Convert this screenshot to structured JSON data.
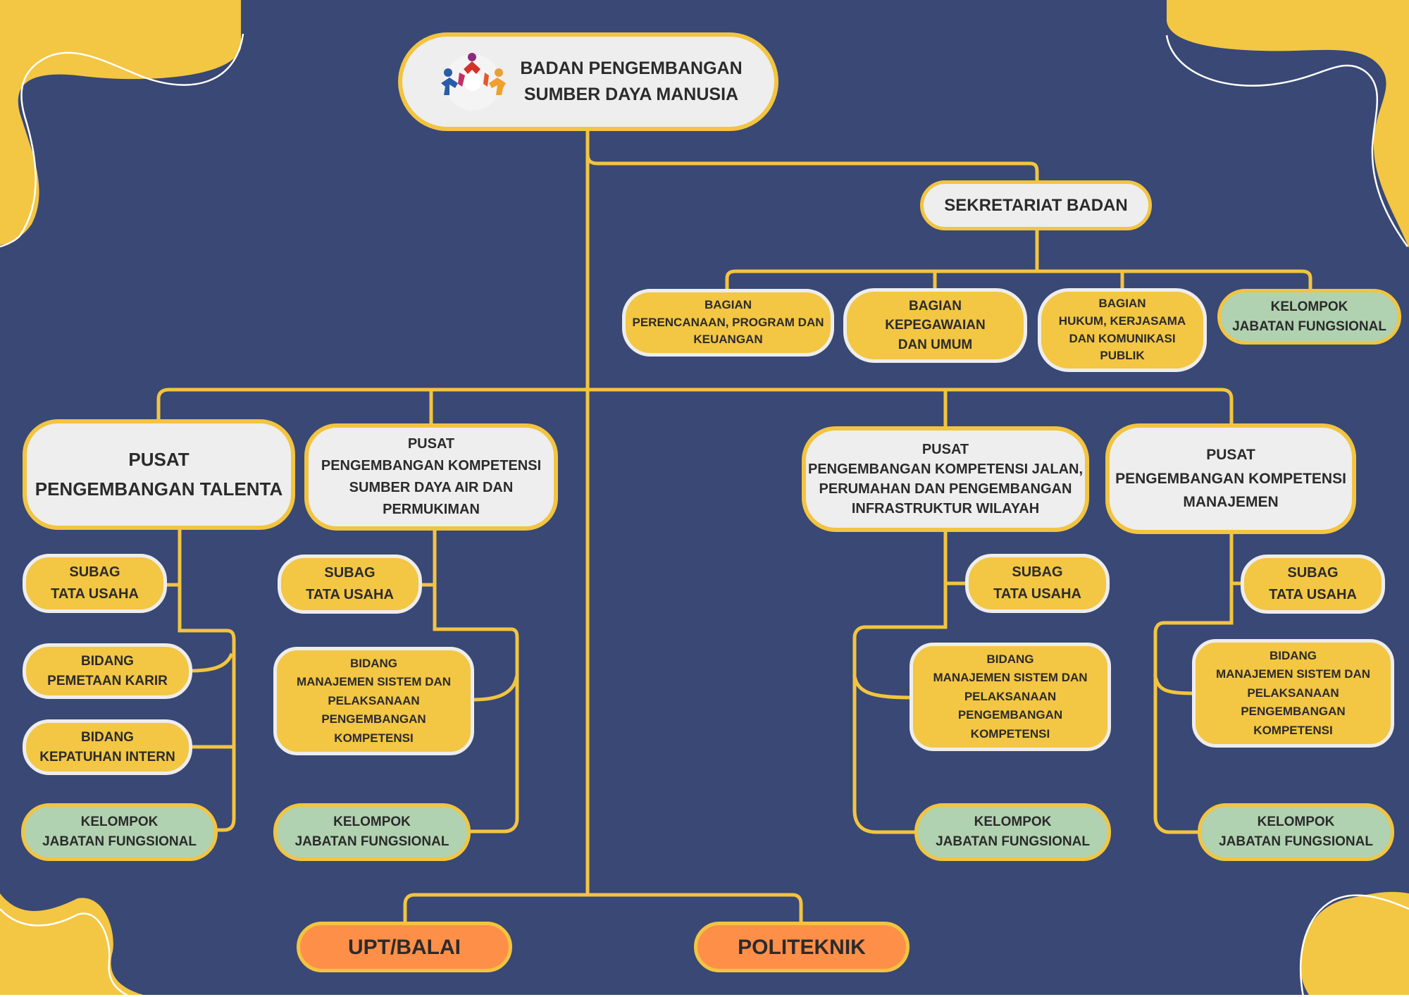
{
  "diagram": {
    "root": {
      "lines": [
        "BADAN PENGEMBANGAN",
        "SUMBER DAYA MANUSIA"
      ],
      "logo": "people-circle-logo"
    },
    "sekretariat": {
      "title": "SEKRETARIAT BADAN",
      "units": [
        {
          "lines": [
            "BAGIAN",
            "PERENCANAAN, PROGRAM DAN",
            "KEUANGAN"
          ]
        },
        {
          "lines": [
            "BAGIAN",
            "KEPEGAWAIAN",
            "DAN UMUM"
          ]
        },
        {
          "lines": [
            "BAGIAN",
            "HUKUM, KERJASAMA",
            "DAN KOMUNIKASI",
            "PUBLIK"
          ]
        },
        {
          "lines": [
            "KELOMPOK",
            "JABATAN FUNGSIONAL"
          ]
        }
      ]
    },
    "pusat": [
      {
        "lines": [
          "PUSAT",
          "PENGEMBANGAN TALENTA"
        ],
        "units": [
          {
            "lines": [
              "SUBAG",
              "TATA USAHA"
            ]
          },
          {
            "lines": [
              "BIDANG",
              "PEMETAAN KARIR"
            ]
          },
          {
            "lines": [
              "BIDANG",
              "KEPATUHAN INTERN"
            ]
          },
          {
            "lines": [
              "KELOMPOK",
              "JABATAN FUNGSIONAL"
            ]
          }
        ]
      },
      {
        "lines": [
          "PUSAT",
          "PENGEMBANGAN KOMPETENSI",
          "SUMBER DAYA AIR DAN",
          "PERMUKIMAN"
        ],
        "units": [
          {
            "lines": [
              "SUBAG",
              "TATA USAHA"
            ]
          },
          {
            "lines": [
              "BIDANG",
              "MANAJEMEN SISTEM DAN",
              "PELAKSANAAN",
              "PENGEMBANGAN",
              "KOMPETENSI"
            ]
          },
          {
            "lines": [
              "KELOMPOK",
              "JABATAN FUNGSIONAL"
            ]
          }
        ]
      },
      {
        "lines": [
          "PUSAT",
          "PENGEMBANGAN KOMPETENSI JALAN,",
          "PERUMAHAN DAN PENGEMBANGAN",
          "INFRASTRUKTUR WILAYAH"
        ],
        "units": [
          {
            "lines": [
              "SUBAG",
              "TATA USAHA"
            ]
          },
          {
            "lines": [
              "BIDANG",
              "MANAJEMEN SISTEM DAN",
              "PELAKSANAAN",
              "PENGEMBANGAN",
              "KOMPETENSI"
            ]
          },
          {
            "lines": [
              "KELOMPOK",
              "JABATAN FUNGSIONAL"
            ]
          }
        ]
      },
      {
        "lines": [
          "PUSAT",
          "PENGEMBANGAN KOMPETENSI",
          "MANAJEMEN"
        ],
        "units": [
          {
            "lines": [
              "SUBAG",
              "TATA USAHA"
            ]
          },
          {
            "lines": [
              "BIDANG",
              "MANAJEMEN SISTEM DAN",
              "PELAKSANAAN",
              "PENGEMBANGAN",
              "KOMPETENSI"
            ]
          },
          {
            "lines": [
              "KELOMPOK",
              "JABATAN FUNGSIONAL"
            ]
          }
        ]
      }
    ],
    "bottom": [
      {
        "lines": [
          "UPT/BALAI"
        ]
      },
      {
        "lines": [
          "POLITEKNIK"
        ]
      }
    ]
  },
  "colors": {
    "background": "#394874",
    "connector": "#f2c440",
    "box_white": "#eeeeee",
    "box_yellow": "#f3c644",
    "box_green": "#b1d2b0",
    "box_orange": "#fe8f49"
  }
}
